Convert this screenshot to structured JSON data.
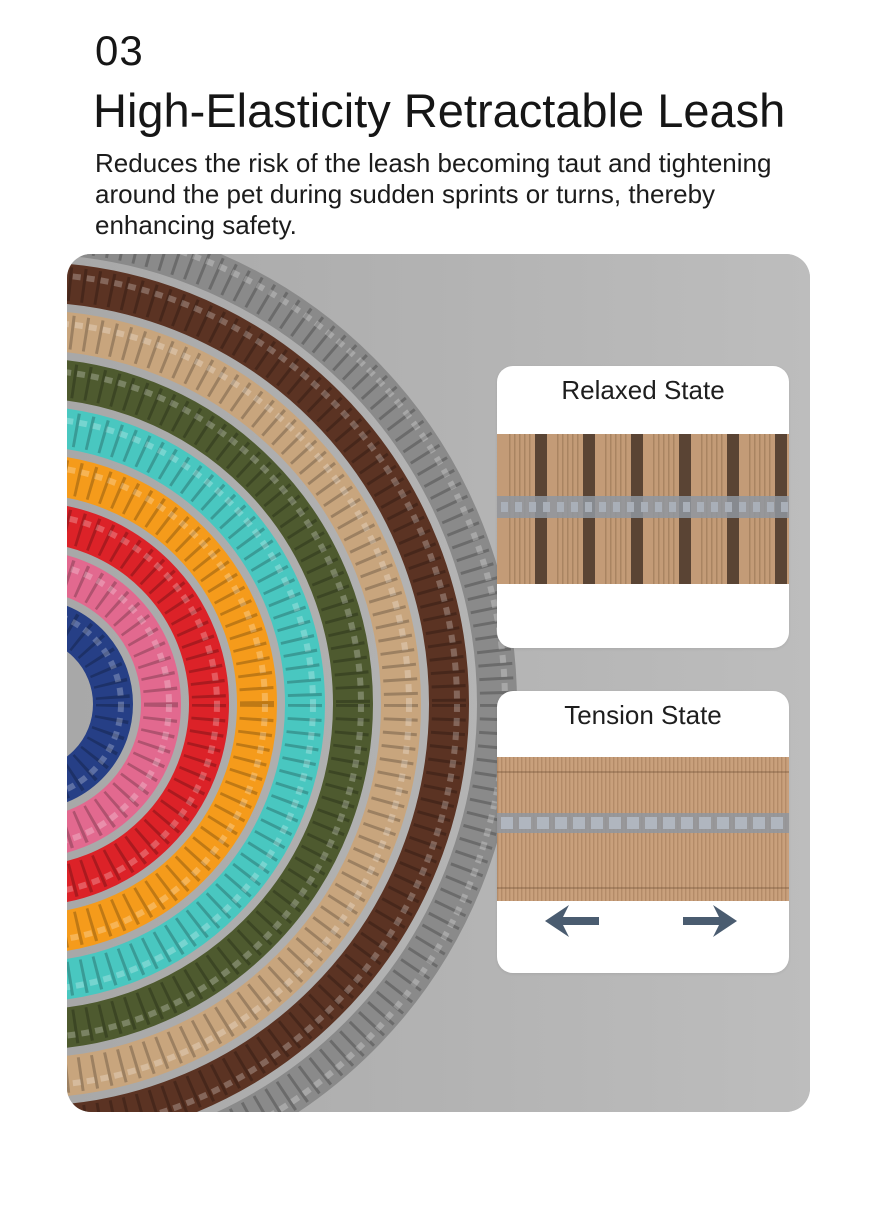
{
  "feature": {
    "number": "03",
    "title": "High-Elasticity Retractable Leash",
    "description": "Reduces the risk of the leash becoming taut and tightening around the pet during sudden sprints or turns, thereby enhancing safety."
  },
  "comparison": {
    "relaxed": {
      "label": "Relaxed State"
    },
    "tension": {
      "label": "Tension State",
      "icons": [
        "arrow-left-icon",
        "arrow-right-icon"
      ]
    }
  },
  "rope_colors": [
    "#8a8a8a",
    "#5b3323",
    "#c8a57d",
    "#4e5a2f",
    "#49c7c0",
    "#f59b1b",
    "#dc2228",
    "#e2698f",
    "#263f86"
  ],
  "colors": {
    "panel_background": "#b4b4b4",
    "webbing": "#c9a07c",
    "reflective_stripe": "#8f96a0",
    "arrow": "#4a5c70"
  }
}
